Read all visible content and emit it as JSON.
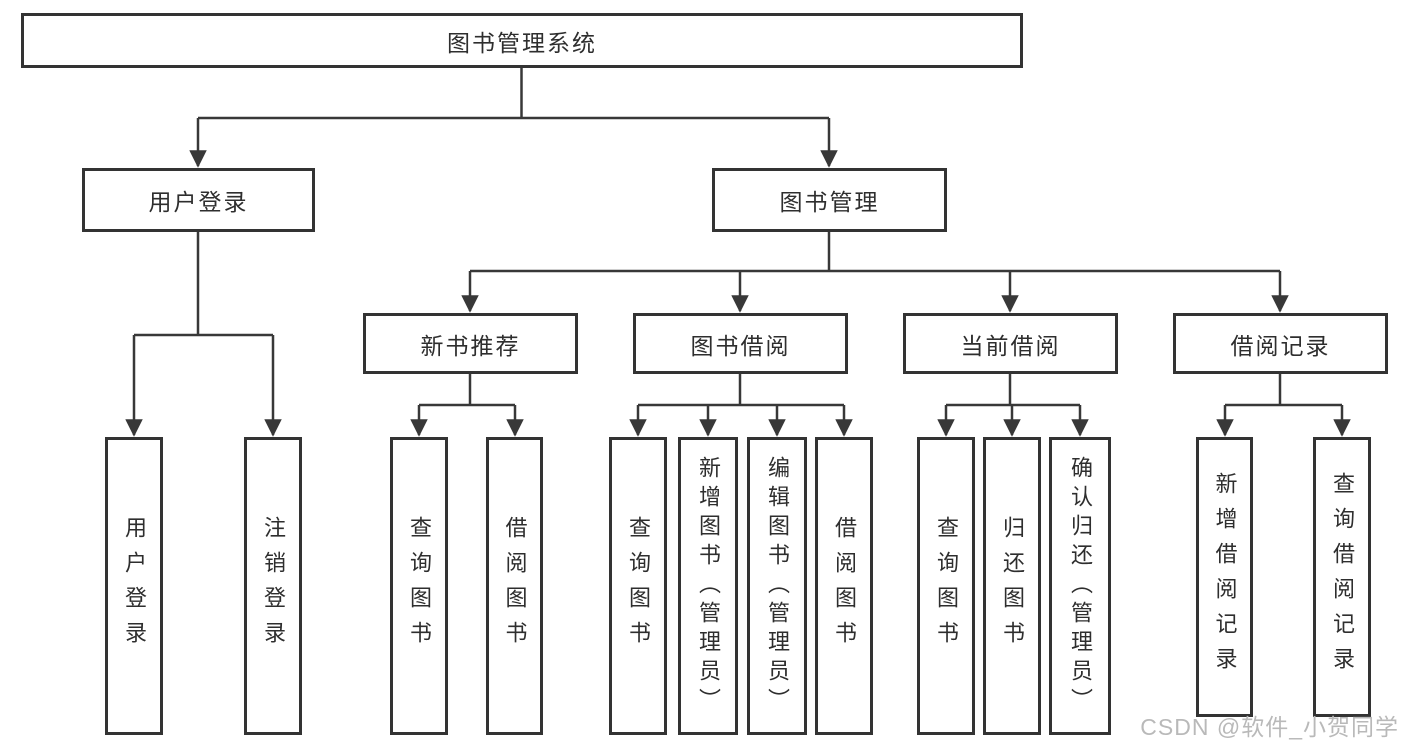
{
  "diagram": {
    "root": {
      "label": "图书管理系统"
    },
    "level2": [
      {
        "label": "用户登录"
      },
      {
        "label": "图书管理"
      }
    ],
    "level3": [
      {
        "label": "新书推荐"
      },
      {
        "label": "图书借阅"
      },
      {
        "label": "当前借阅"
      },
      {
        "label": "借阅记录"
      }
    ],
    "leaves": {
      "user_login": [
        "用户登录",
        "注销登录"
      ],
      "new_books": [
        "查询图书",
        "借阅图书"
      ],
      "book_borrow": [
        "查询图书",
        "新增图书（管理员）",
        "编辑图书（管理员）",
        "借阅图书"
      ],
      "current_borrow": [
        "查询图书",
        "归还图书",
        "确认归还（管理员）"
      ],
      "borrow_records": [
        "新增借阅记录",
        "查询借阅记录"
      ]
    },
    "line_color": "#383838",
    "border_color": "#333333"
  },
  "watermark": {
    "text": "CSDN @软件_小贺同学"
  }
}
